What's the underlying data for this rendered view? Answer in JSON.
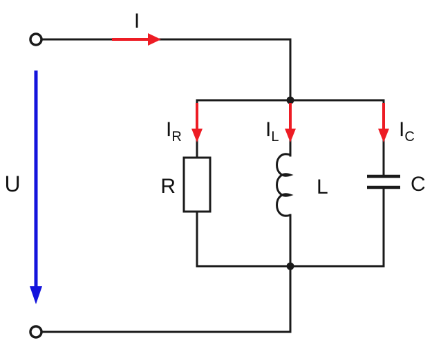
{
  "figure": {
    "type": "parallel-rlc-circuit-diagram",
    "colors": {
      "background": "#ffffff",
      "wire": "#1a1a1a",
      "current_arrows": "#ed1c24",
      "voltage_arrow": "#1414dc"
    },
    "labels": {
      "total_current": "I",
      "voltage": "U",
      "resistor": "R",
      "inductor": "L",
      "capacitor": "C",
      "branch_currents": [
        {
          "main": "I",
          "sub": "R"
        },
        {
          "main": "I",
          "sub": "L"
        },
        {
          "main": "I",
          "sub": "C"
        }
      ]
    }
  }
}
